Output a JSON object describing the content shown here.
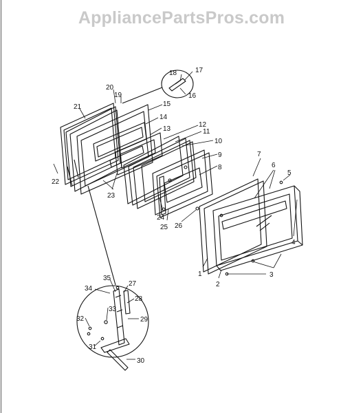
{
  "watermark": "AppliancePartsPros.com",
  "callouts": {
    "c1": "1",
    "c2": "2",
    "c3": "3",
    "c4": "4",
    "c5": "5",
    "c6": "6",
    "c7": "7",
    "c8": "8",
    "c9": "9",
    "c10": "10",
    "c11": "11",
    "c12": "12",
    "c13": "13",
    "c14": "14",
    "c15": "15",
    "c16": "16",
    "c17": "17",
    "c18": "18",
    "c19": "19",
    "c20": "20",
    "c21": "21",
    "c22": "22",
    "c23": "23",
    "c24": "24",
    "c25": "25",
    "c26": "26",
    "c27": "27",
    "c28": "28",
    "c29": "29",
    "c30": "30",
    "c31": "31",
    "c32": "32",
    "c33": "33",
    "c34": "34",
    "c35": "35"
  }
}
